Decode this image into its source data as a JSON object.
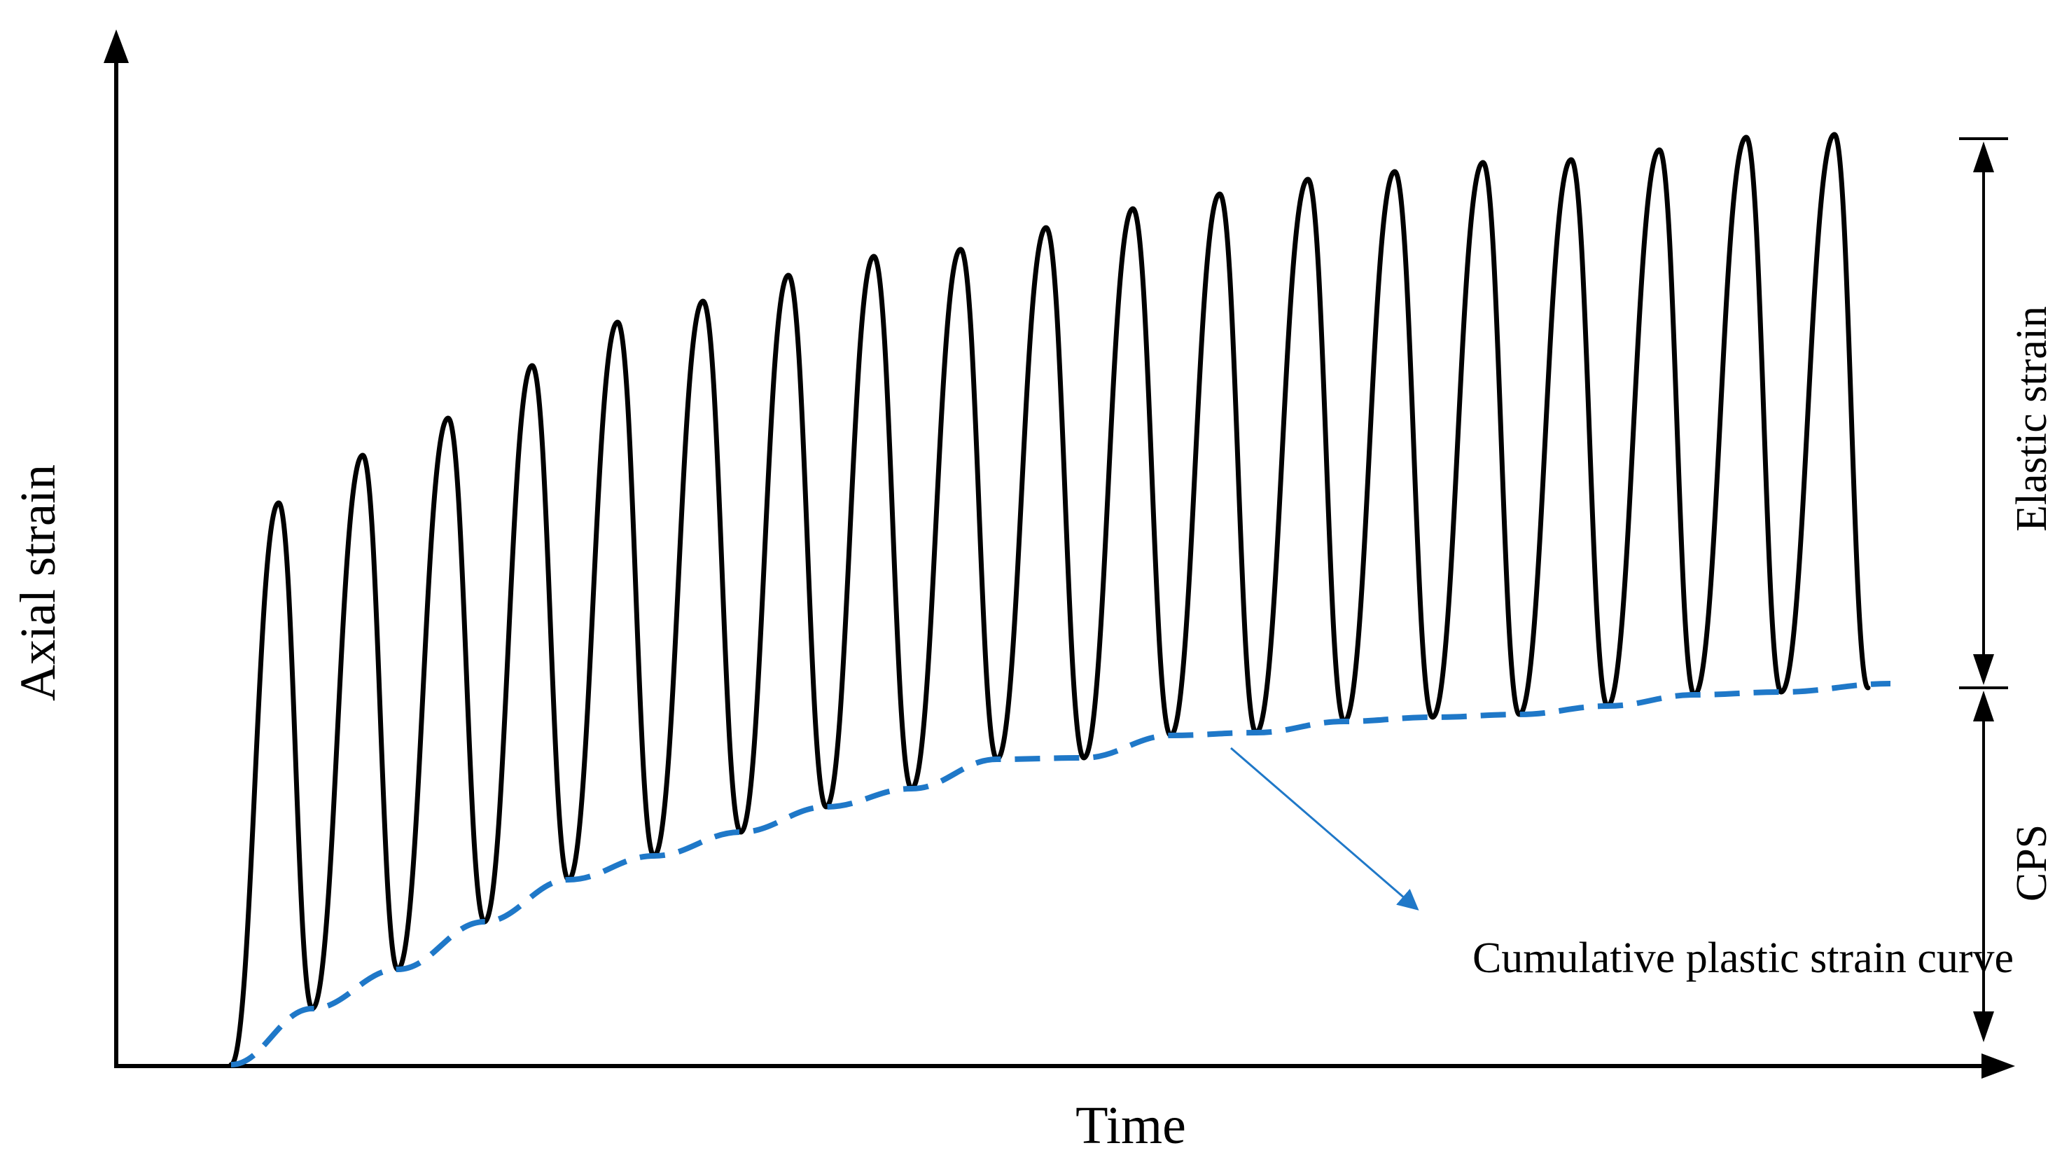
{
  "labels": {
    "y_axis": "Axial strain",
    "x_axis": "Time",
    "elastic_strain": "Elastic strain",
    "cps": "CPS",
    "annotation": "Cumulative plastic strain curve"
  },
  "colors": {
    "strain_curve": "#000000",
    "plastic_curve": "#1f78c8",
    "axis": "#000000",
    "background": "#ffffff"
  }
}
